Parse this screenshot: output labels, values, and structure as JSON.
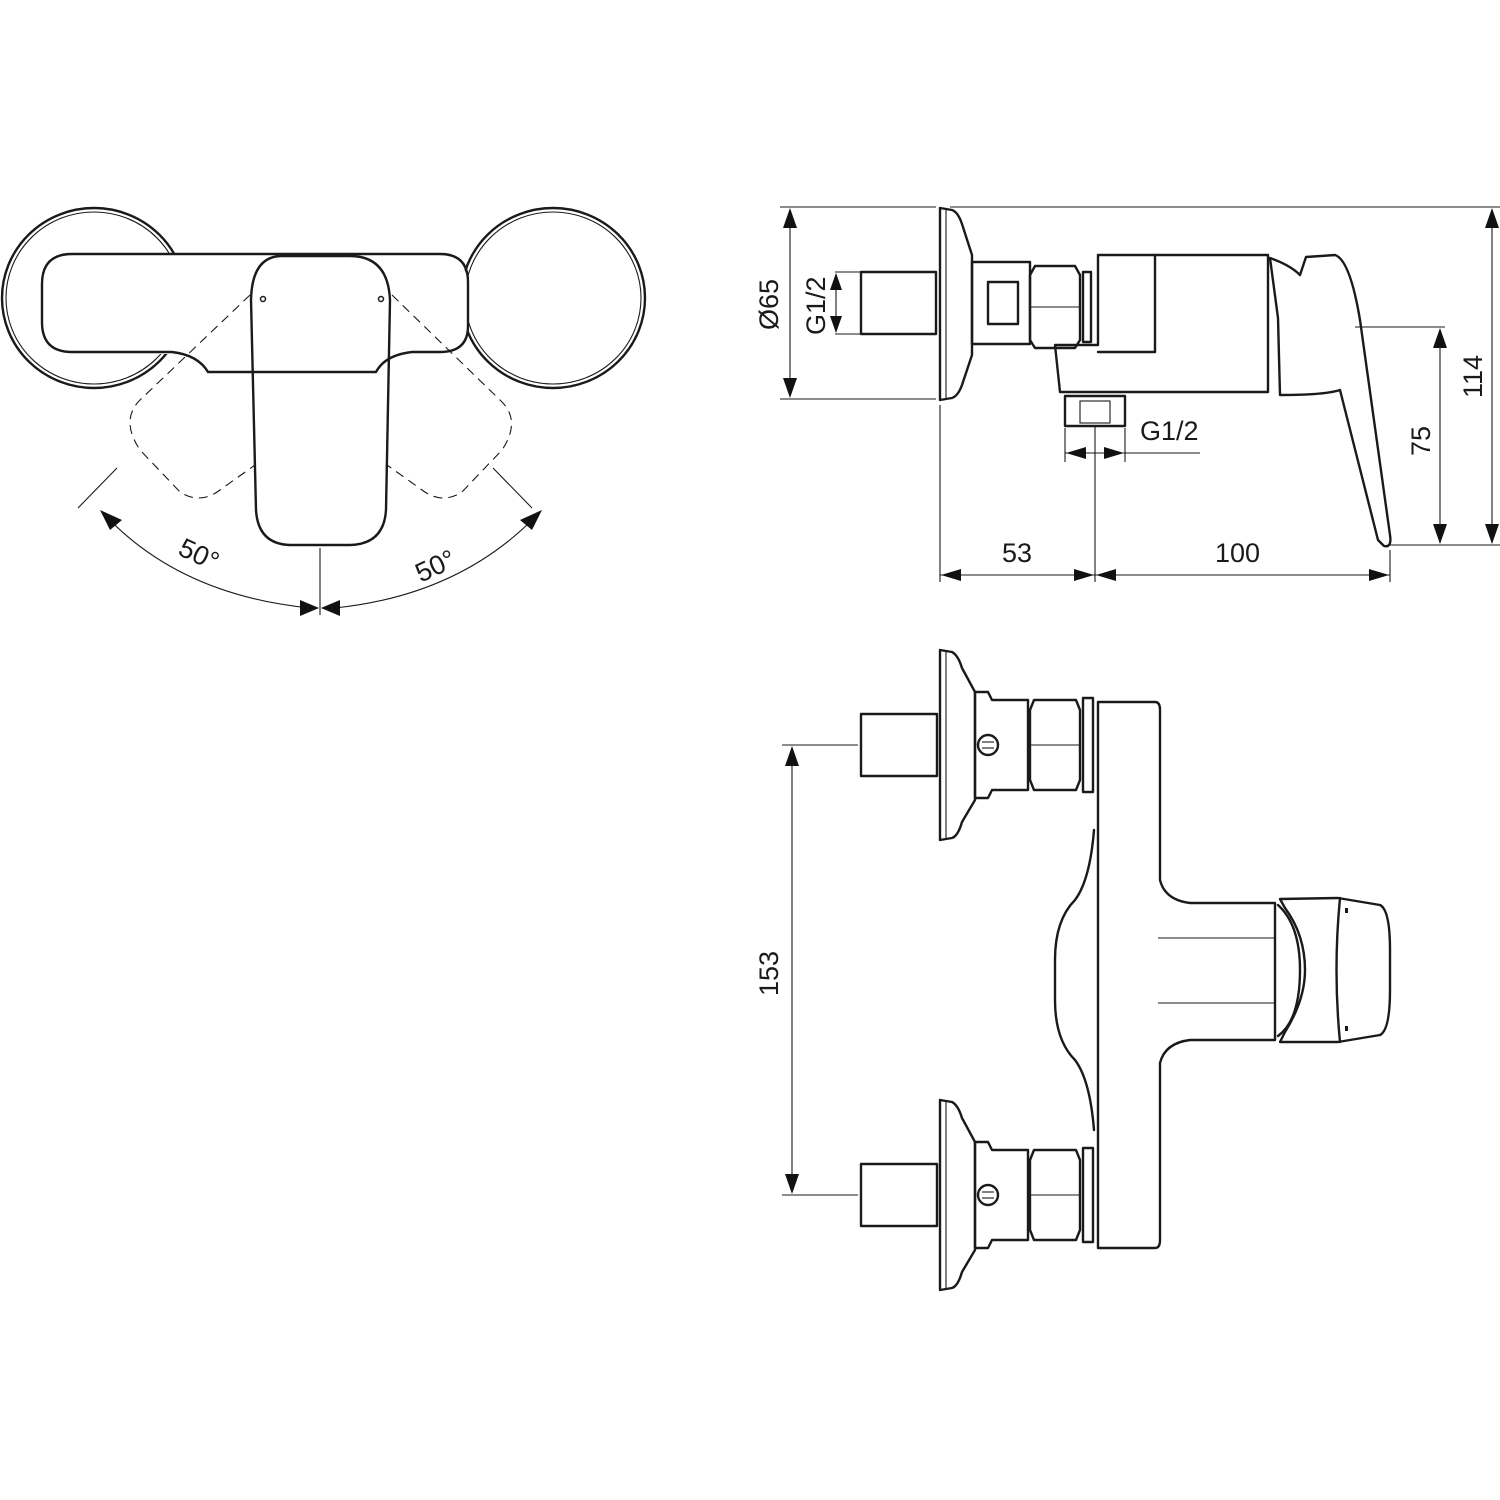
{
  "drawing": {
    "subject": "single-lever shower mixer dimension drawing",
    "line_color": "#1a1a1a",
    "background": "#ffffff"
  },
  "top_view": {
    "angle_left": "50°",
    "angle_right": "50°"
  },
  "side_view": {
    "flange_diameter": "Ø65",
    "inlet_thread": "G1/2",
    "outlet_thread": "G1/2",
    "depth_to_outlet": "53",
    "depth_outlet_to_lever": "100",
    "lever_height": "75",
    "overall_height": "114"
  },
  "front_view": {
    "inlet_centers": "153"
  }
}
